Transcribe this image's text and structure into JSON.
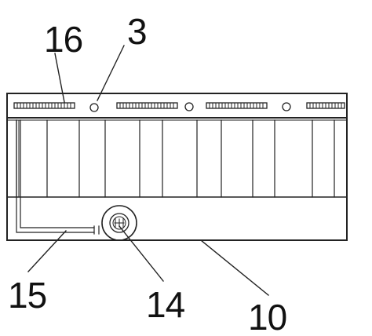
{
  "diagram": {
    "labels": {
      "part_16": "16",
      "part_3": "3",
      "part_15": "15",
      "part_14": "14",
      "part_10": "10"
    },
    "colors": {
      "line": "#222222",
      "background": "#ffffff"
    }
  }
}
